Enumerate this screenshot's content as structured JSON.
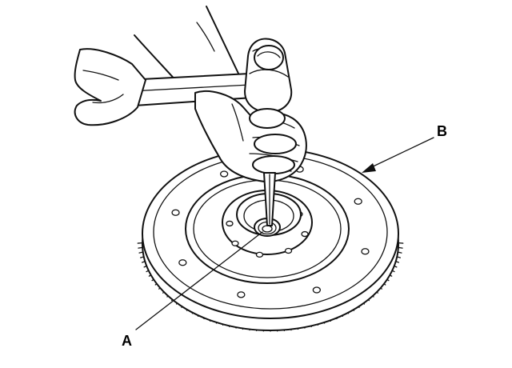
{
  "labels": {
    "a": "A",
    "b": "B"
  },
  "colors": {
    "ink": "#111111",
    "background": "#ffffff"
  },
  "flywheel": {
    "bolt_holes": 8,
    "inner_holes": 8,
    "ring_gear_teeth": 120
  }
}
